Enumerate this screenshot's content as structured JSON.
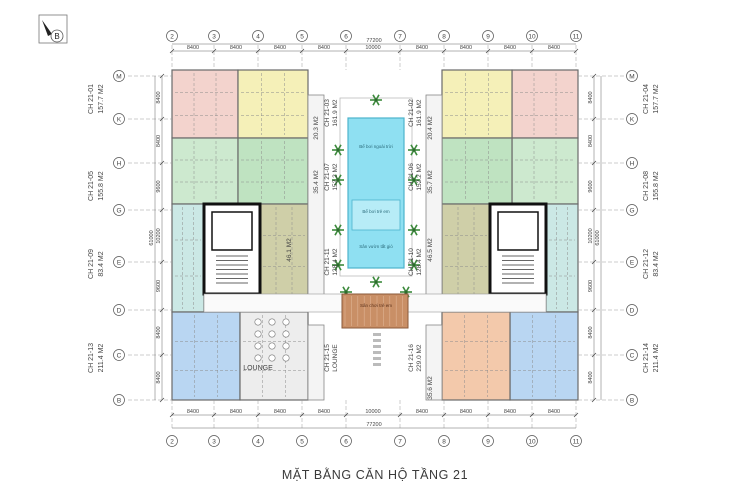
{
  "title": "MẶT BẰNG CĂN HỘ TẦNG 21",
  "compass": {
    "letter": "B"
  },
  "grid_columns": [
    "2",
    "3",
    "4",
    "5",
    "6",
    "7",
    "8",
    "9",
    "10",
    "11"
  ],
  "grid_rows": [
    "M",
    "K",
    "H",
    "G",
    "E",
    "D",
    "C",
    "B"
  ],
  "dims_top": [
    "8400",
    "8400",
    "8400",
    "8400",
    "10000",
    "8400",
    "8400",
    "8400",
    "8400"
  ],
  "dims_top_total": "77200",
  "dims_bottom": [
    "8400",
    "8400",
    "8400",
    "8400",
    "10000",
    "8400",
    "8400",
    "8400",
    "8400"
  ],
  "dims_bottom_total": "77200",
  "dims_left": [
    "8400",
    "8400",
    "9600",
    "10200",
    "9600",
    "8400",
    "8400"
  ],
  "dims_left_total": "61000",
  "dims_right": [
    "8400",
    "8400",
    "9600",
    "10200",
    "9600",
    "8400",
    "8400"
  ],
  "dims_right_total": "61000",
  "outer_units_left": [
    {
      "code": "CH 21-01",
      "area": "157.7 M2"
    },
    {
      "code": "CH 21-05",
      "area": "155.8 M2"
    },
    {
      "code": "CH 21-09",
      "area": "83.4 M2"
    },
    {
      "code": "CH 21-13",
      "area": "211.4 M2"
    }
  ],
  "outer_units_right": [
    {
      "code": "CH 21-04",
      "area": "157.7 M2"
    },
    {
      "code": "CH 21-08",
      "area": "155.8 M2"
    },
    {
      "code": "CH 21-12",
      "area": "83.4 M2"
    },
    {
      "code": "CH 21-14",
      "area": "211.4 M2"
    }
  ],
  "inner_units_left": [
    {
      "code": "CH 21-03",
      "area": "161.9 M2"
    },
    {
      "code": "CH 21-07",
      "area": "152.2 M2"
    },
    {
      "code": "CH 21-11",
      "area": "128.4 M2"
    },
    {
      "code": "CH 21-15",
      "area": "LOUNGE"
    }
  ],
  "inner_units_right": [
    {
      "code": "CH 21-02",
      "area": "161.9 M2"
    },
    {
      "code": "CH 21-06",
      "area": "152.2 M2"
    },
    {
      "code": "CH 21-10",
      "area": "128.4 M2"
    },
    {
      "code": "CH 21-16",
      "area": "229.0 M2"
    }
  ],
  "balcony_areas_left": [
    "20.3 M2",
    "35.4 M2",
    "46.1 M2"
  ],
  "balcony_areas_right": [
    "20.4 M2",
    "35.7 M2",
    "46.5 M2",
    "35.6 M2"
  ],
  "lounge_label": "LOUNGE",
  "pool_labels": [
    "Bể bơi ngoài trời",
    "Bể bơi trẻ em",
    "Sân vườn tắt gió",
    "Sân chơi trẻ em"
  ]
}
